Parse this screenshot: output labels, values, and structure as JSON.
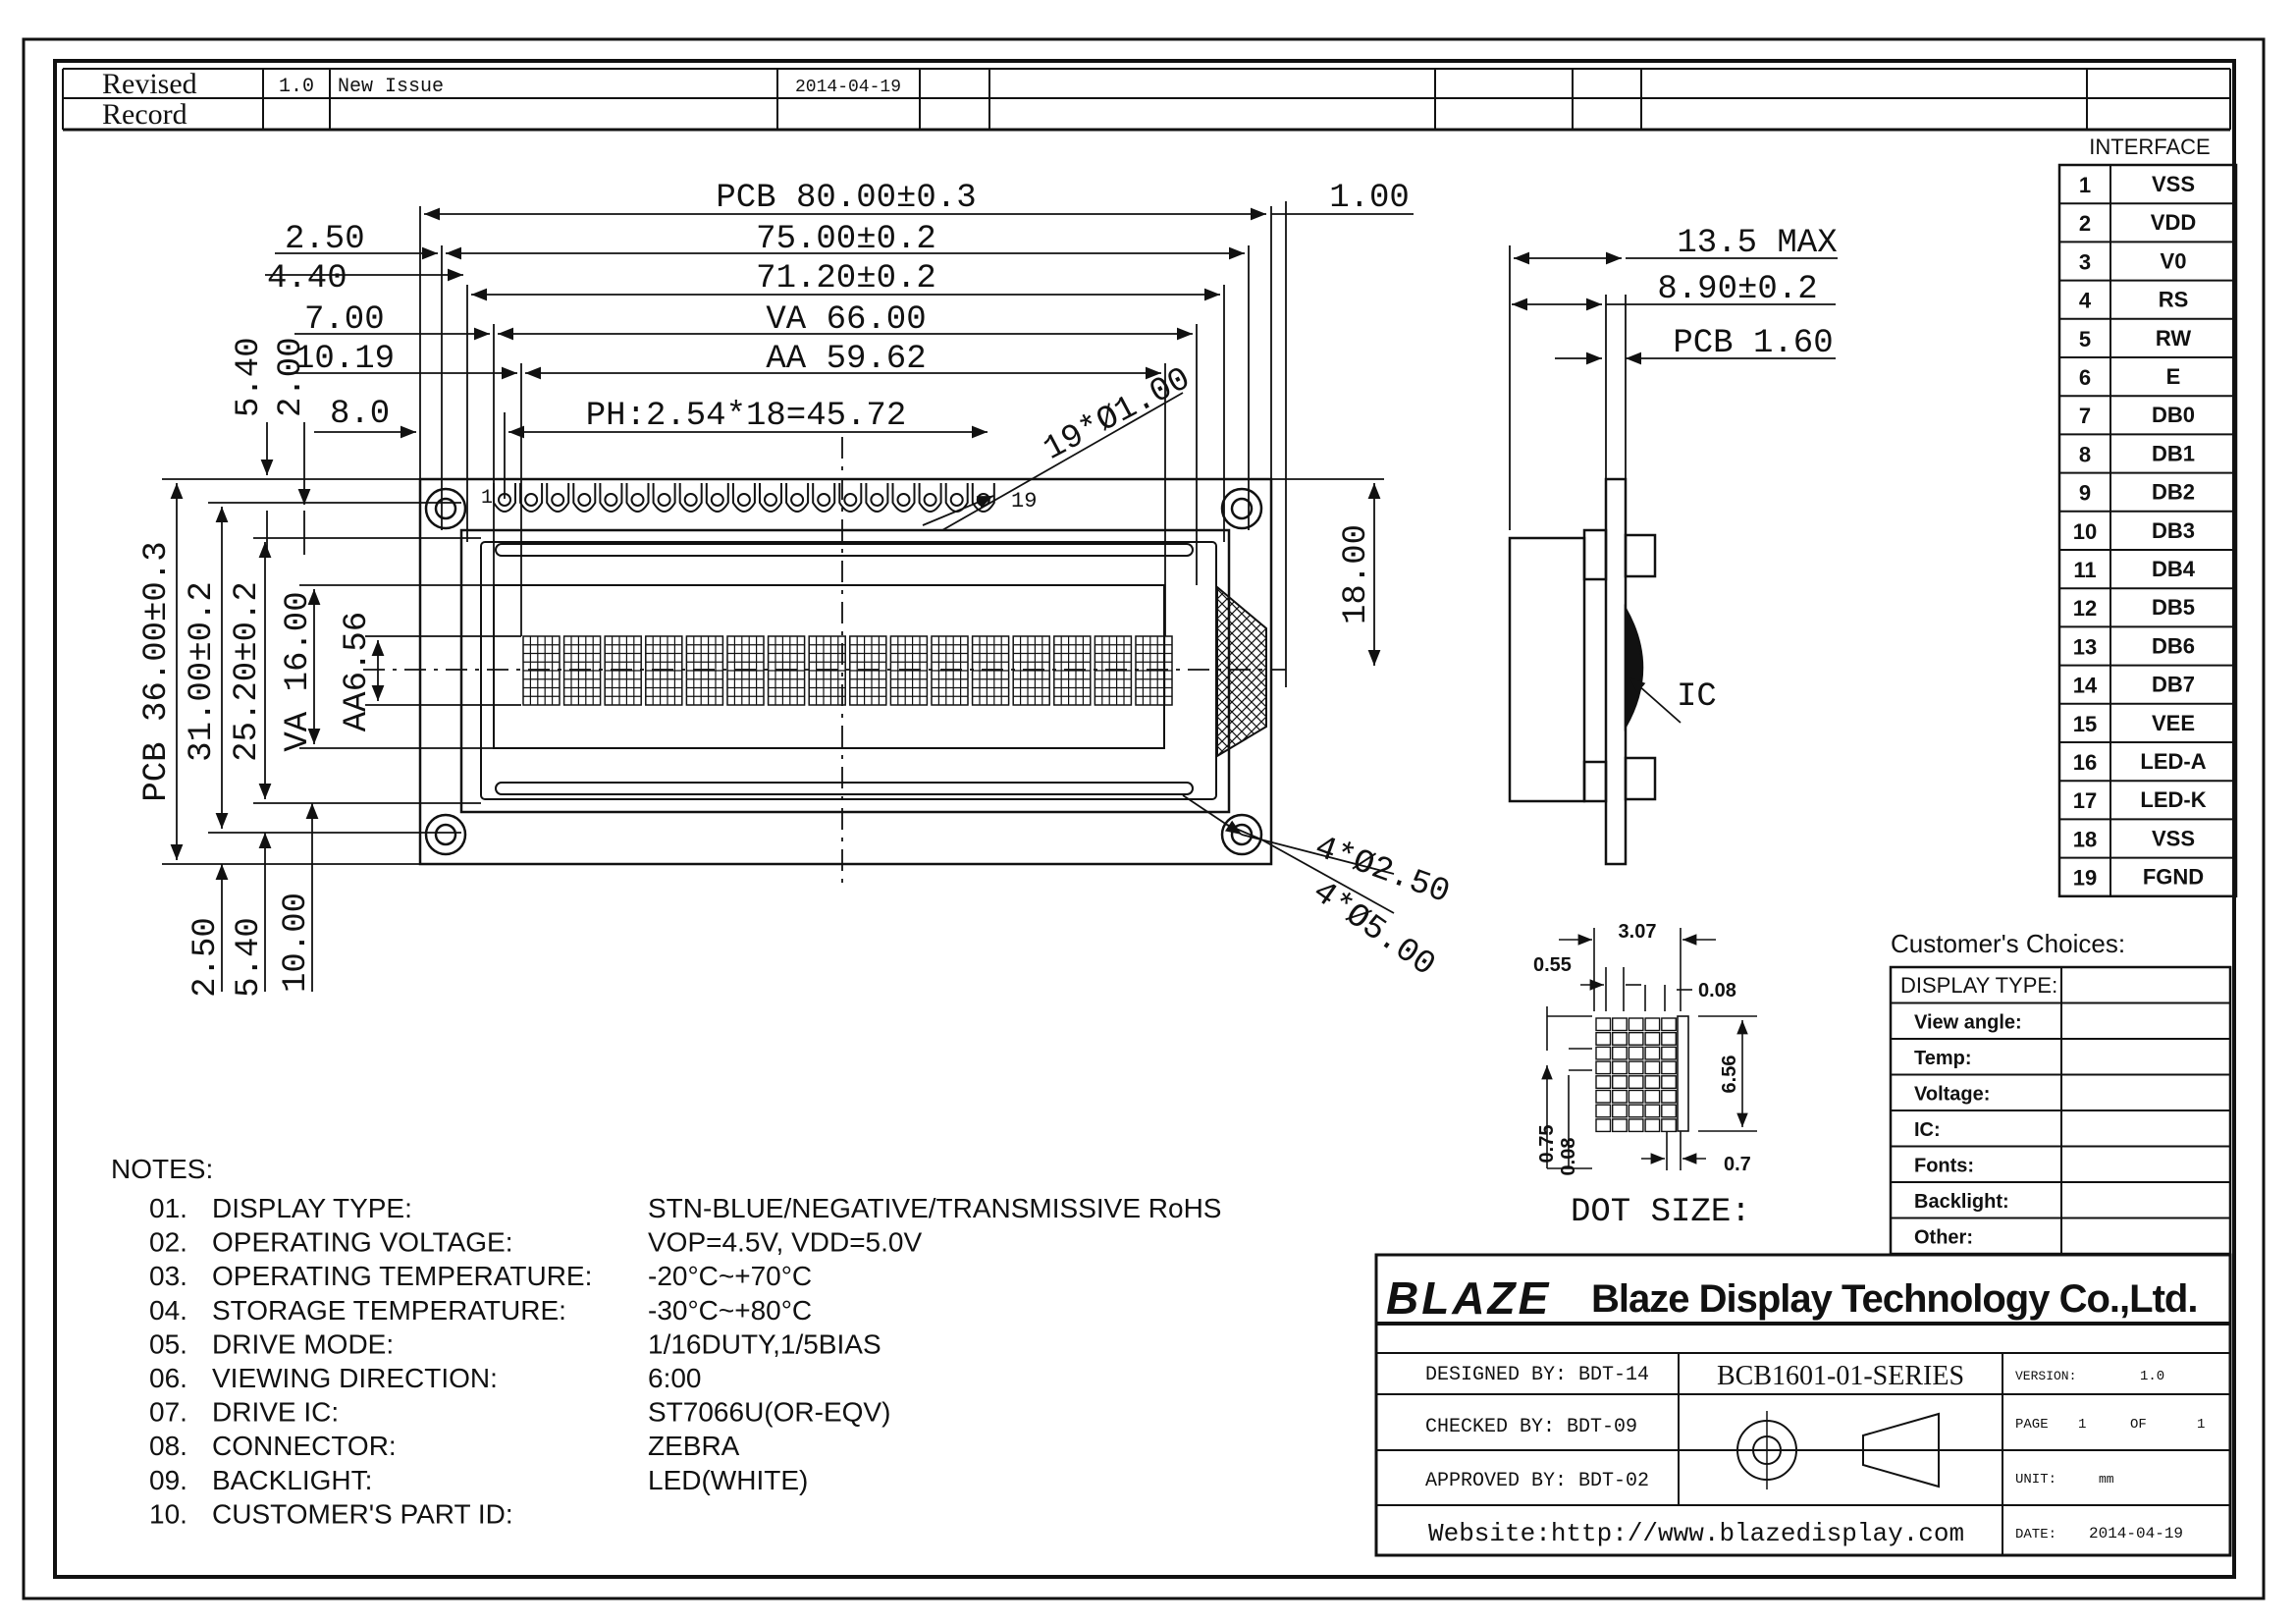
{
  "revision": {
    "label_line1": "Revised",
    "label_line2": "Record",
    "version": "1.0",
    "description": "New Issue",
    "date": "2014-04-19"
  },
  "front_view": {
    "pcb_width": "PCB 80.00±0.3",
    "bezel_width": "75.00±0.2",
    "inner_width": "71.20±0.2",
    "va_width": "VA 66.00",
    "aa_width": "AA 59.62",
    "pin_pitch": "PH:2.54*18=45.72",
    "pin_holes": "19*Ø1.00",
    "dim_right_offset": "1.00",
    "dim_left_2_50": "2.50",
    "dim_left_4_40": "4.40",
    "dim_left_7_00": "7.00",
    "dim_left_10_19": "10.19",
    "dim_left_8_0": "8.0",
    "dim_top_5_40": "5.40",
    "dim_top_2_00": "2.00",
    "pcb_height": "PCB 36.00±0.3",
    "bezel_height": "31.00±0.2",
    "inner_height": "25.20±0.2",
    "va_height": "VA 16.00",
    "aa_height": "AA6.56",
    "dim_bottom_2_50": "2.50",
    "dim_bottom_5_40": "5.40",
    "dim_bottom_10_00": "10.00",
    "dim_right_18_00": "18.00",
    "mount_hole_small": "4*Ø2.50",
    "mount_hole_large": "4*Ø5.00",
    "pin_first": "1",
    "pin_last": "19"
  },
  "side_view": {
    "max_thickness": "13.5 MAX",
    "module_thickness": "8.90±0.2",
    "pcb_thickness": "PCB 1.60",
    "ic_label": "IC"
  },
  "dot_size": {
    "title": "DOT SIZE:",
    "char_width": "3.07",
    "dot_width": "0.55",
    "dot_gap": "0.08",
    "char_height": "6.56",
    "dot_height": "0.75",
    "dot_gap_v": "0.08",
    "cursor_gap": "0.7"
  },
  "interface": {
    "title": "INTERFACE",
    "pins": [
      {
        "no": "1",
        "name": "VSS"
      },
      {
        "no": "2",
        "name": "VDD"
      },
      {
        "no": "3",
        "name": "V0"
      },
      {
        "no": "4",
        "name": "RS"
      },
      {
        "no": "5",
        "name": "RW"
      },
      {
        "no": "6",
        "name": "E"
      },
      {
        "no": "7",
        "name": "DB0"
      },
      {
        "no": "8",
        "name": "DB1"
      },
      {
        "no": "9",
        "name": "DB2"
      },
      {
        "no": "10",
        "name": "DB3"
      },
      {
        "no": "11",
        "name": "DB4"
      },
      {
        "no": "12",
        "name": "DB5"
      },
      {
        "no": "13",
        "name": "DB6"
      },
      {
        "no": "14",
        "name": "DB7"
      },
      {
        "no": "15",
        "name": "VEE"
      },
      {
        "no": "16",
        "name": "LED-A"
      },
      {
        "no": "17",
        "name": "LED-K"
      },
      {
        "no": "18",
        "name": "VSS"
      },
      {
        "no": "19",
        "name": "FGND"
      }
    ]
  },
  "customer_choices": {
    "title": "Customer's Choices:",
    "rows": [
      "DISPLAY TYPE:",
      "View angle:",
      "Temp:",
      "Voltage:",
      "IC:",
      "Fonts:",
      "Backlight:",
      "Other:"
    ]
  },
  "notes": {
    "title": "NOTES:",
    "items": [
      {
        "no": "01.",
        "label": "DISPLAY TYPE:",
        "value": "STN-BLUE/NEGATIVE/TRANSMISSIVE RoHS"
      },
      {
        "no": "02.",
        "label": "OPERATING VOLTAGE:",
        "value": "VOP=4.5V, VDD=5.0V"
      },
      {
        "no": "03.",
        "label": "OPERATING TEMPERATURE:",
        "value": "-20°C~+70°C"
      },
      {
        "no": "04.",
        "label": "STORAGE TEMPERATURE:",
        "value": "-30°C~+80°C"
      },
      {
        "no": "05.",
        "label": "DRIVE MODE:",
        "value": "1/16DUTY,1/5BIAS"
      },
      {
        "no": "06.",
        "label": "VIEWING DIRECTION:",
        "value": "6:00"
      },
      {
        "no": "07.",
        "label": "DRIVE IC:",
        "value": "ST7066U(OR-EQV)"
      },
      {
        "no": "08.",
        "label": "CONNECTOR:",
        "value": "ZEBRA"
      },
      {
        "no": "09.",
        "label": "BACKLIGHT:",
        "value": "LED(WHITE)"
      },
      {
        "no": "10.",
        "label": "CUSTOMER'S PART ID:",
        "value": ""
      }
    ]
  },
  "title_block": {
    "logo_text": "BLAZE",
    "company": "Blaze Display Technology Co.,Ltd.",
    "designed_by": "DESIGNED BY: BDT-14",
    "checked_by": "CHECKED BY: BDT-09",
    "approved_by": "APPROVED BY: BDT-02",
    "part_number": "BCB1601-01-SERIES",
    "version_label": "VERSION:",
    "version_value": "1.0",
    "page_label": "PAGE",
    "page_value": "1",
    "of_label": "OF",
    "of_value": "1",
    "unit_label": "UNIT:",
    "unit_value": "mm",
    "date_label": "DATE:",
    "date_value": "2014-04-19",
    "website": "Website:http://www.blazedisplay.com"
  }
}
